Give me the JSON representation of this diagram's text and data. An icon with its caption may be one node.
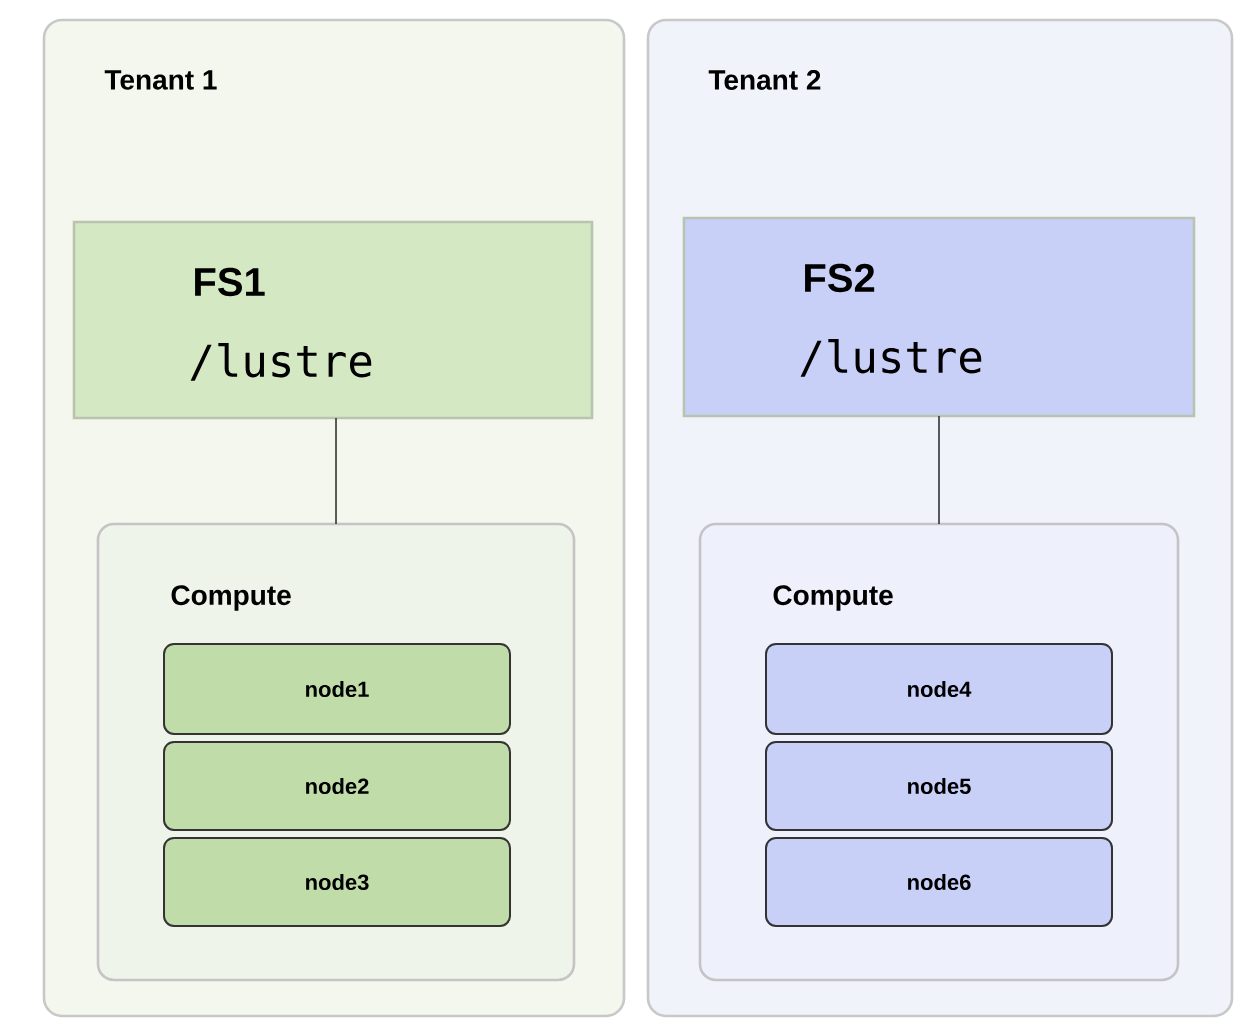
{
  "diagram": {
    "nodes": [
      {
        "text": [
          "Tenant 1"
        ]
      },
      {
        "text": [
          "FS1",
          "/lustre"
        ],
        "in": 0
      },
      {
        "text": [
          "Compute"
        ],
        "in": 0
      },
      {
        "text": [
          "node1"
        ],
        "in": 2
      },
      {
        "text": [
          "node2"
        ],
        "in": 2
      },
      {
        "text": [
          "node3"
        ],
        "in": 2
      },
      {
        "text": [
          "Tenant 2"
        ]
      },
      {
        "text": [
          "FS2",
          "/lustre"
        ],
        "in": 6
      },
      {
        "text": [
          "Compute"
        ],
        "in": 6
      },
      {
        "text": [
          "node4"
        ],
        "in": 8
      },
      {
        "text": [
          "node5"
        ],
        "in": 8
      },
      {
        "text": [
          "node6"
        ],
        "in": 8
      }
    ],
    "edges": [
      {
        "from": 1,
        "to": 2,
        "arrow": "none"
      },
      {
        "from": 7,
        "to": 8,
        "arrow": "none"
      }
    ]
  }
}
